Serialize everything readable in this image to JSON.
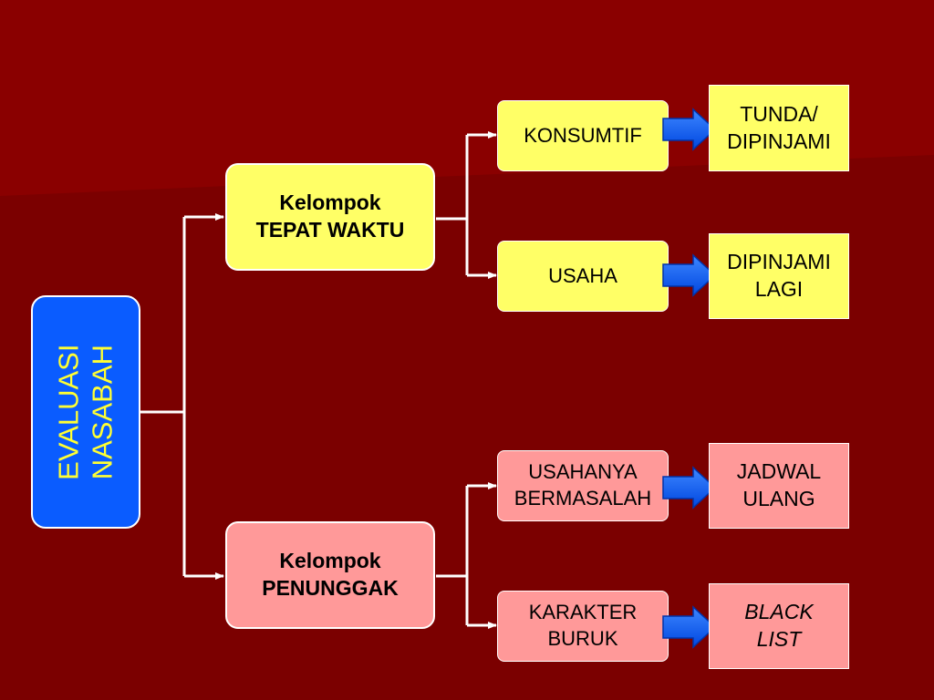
{
  "root": {
    "lines": [
      "EVALUASI",
      "NASABAH"
    ],
    "color": "#ffff33",
    "fill": "#0a5cff"
  },
  "groups": [
    {
      "lines": [
        "Kelompok",
        "TEPAT WAKTU"
      ],
      "fill": "#ffff66"
    },
    {
      "lines": [
        "Kelompok",
        "PENUNGGAK"
      ],
      "fill": "#ff9999"
    }
  ],
  "subs": [
    {
      "lines": [
        "KONSUMTIF"
      ]
    },
    {
      "lines": [
        "USAHA"
      ]
    },
    {
      "lines": [
        "USAHANYA",
        "BERMASALAH"
      ]
    },
    {
      "lines": [
        "KARAKTER",
        "BURUK"
      ]
    }
  ],
  "results": [
    {
      "lines": [
        "TUNDA/",
        "DIPINJAMI"
      ]
    },
    {
      "lines": [
        "DIPINJAMI",
        "LAGI"
      ]
    },
    {
      "lines": [
        "JADWAL",
        "ULANG"
      ]
    },
    {
      "lines": [
        "BLACK",
        "LIST"
      ]
    }
  ],
  "colors": {
    "background": "#7b0000",
    "connector": "#ffffff",
    "arrow": "#1a6cff"
  }
}
